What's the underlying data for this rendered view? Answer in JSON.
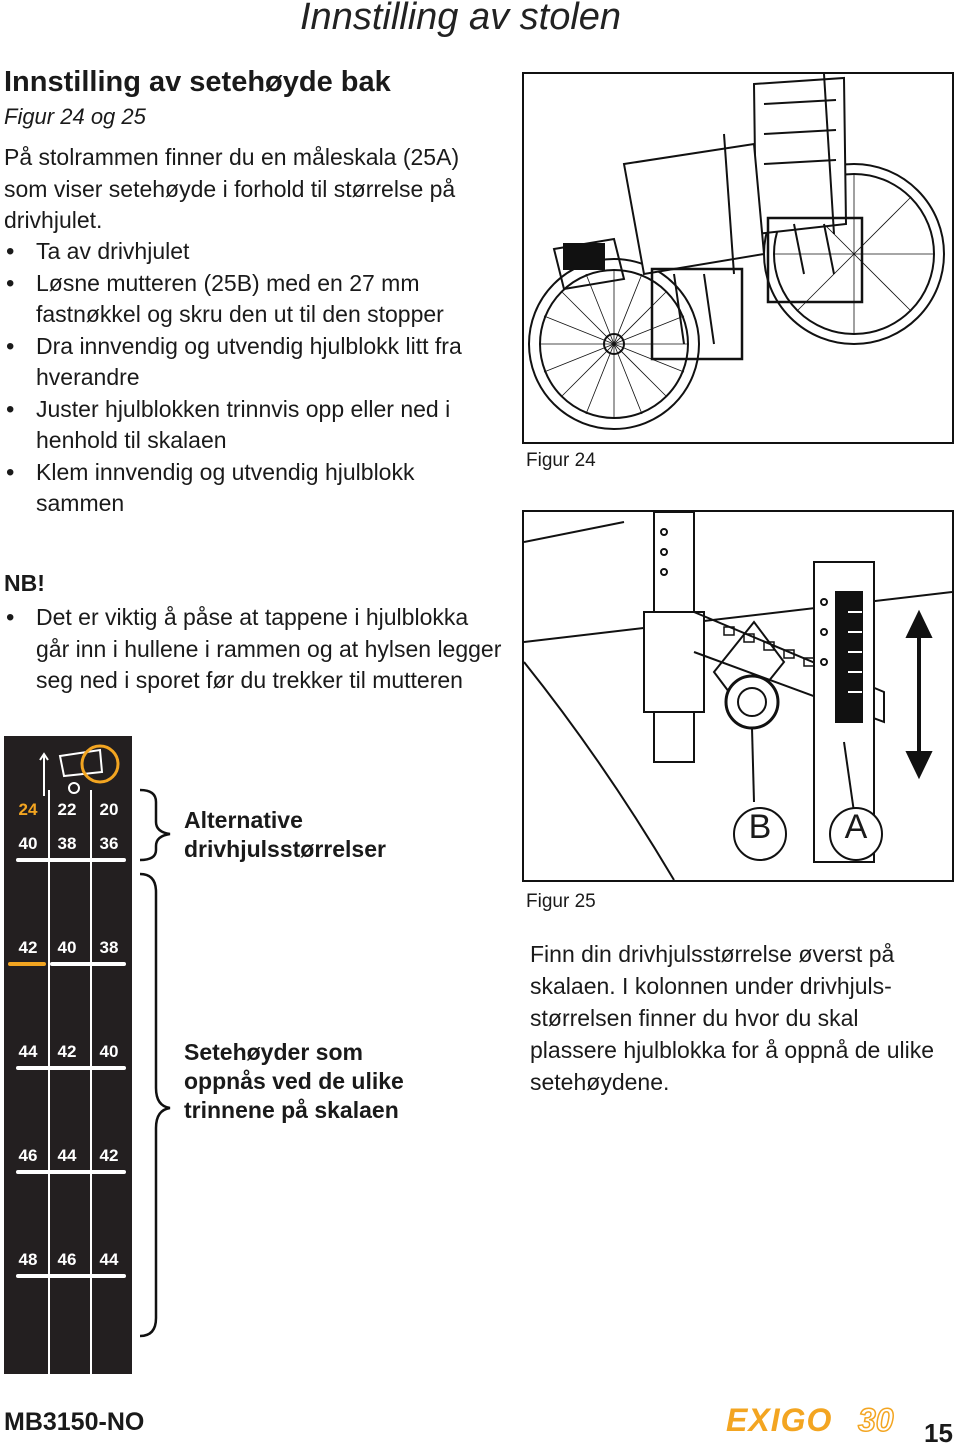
{
  "header": {
    "title": "Innstilling av stolen"
  },
  "section": {
    "title": "Innstilling av setehøyde bak",
    "figure_ref": "Figur 24 og 25",
    "intro": "På stolrammen finner du en måleskala (25A) som viser setehøyde i forhold til størrelse på drivhjulet.",
    "bullets": [
      "Ta av drivhjulet",
      "Løsne mutteren (25B) med en 27 mm fastnøkkel og skru den ut til den stopper",
      "Dra innvendig og utvendig hjulblokk litt fra hverandre",
      "Juster hjulblokken trinnvis opp eller ned i henhold til skalaen",
      "Klem innvendig og utvendig hjulblokk sammen"
    ],
    "nb_heading": "NB!",
    "nb_bullets": [
      "Det er viktig å påse at tappene i hjulblokka går inn i hullene i rammen og at hylsen legger seg ned i sporet før du trekker til mutteren"
    ]
  },
  "figure24": {
    "caption": "Figur 24"
  },
  "figure25": {
    "caption": "Figur 25",
    "label_b": "B",
    "label_a": "A"
  },
  "scale": {
    "wheel_sizes": [
      "24",
      "22",
      "20"
    ],
    "rows": [
      [
        "40",
        "38",
        "36"
      ],
      [
        "42",
        "40",
        "38"
      ],
      [
        "44",
        "42",
        "40"
      ],
      [
        "46",
        "44",
        "42"
      ],
      [
        "48",
        "46",
        "44"
      ]
    ],
    "accent_color": "#f3a521"
  },
  "labels": {
    "alt_wheel_sizes": "Alternative drivhjulsstørrelser",
    "seat_heights": "Setehøyder som oppnås ved de ulike trinnene på skalaen"
  },
  "right_text": "Finn din drivhjulsstørrelse øverst på skalaen. I kolonnen under drivhjuls-størrelsen finner du hvor du skal plassere hjulblokka for å oppnå de ulike setehøydene.",
  "footer": {
    "doc_code": "MB3150-NO",
    "brand": "EXIGO",
    "brand_model": "30",
    "page": "15"
  }
}
